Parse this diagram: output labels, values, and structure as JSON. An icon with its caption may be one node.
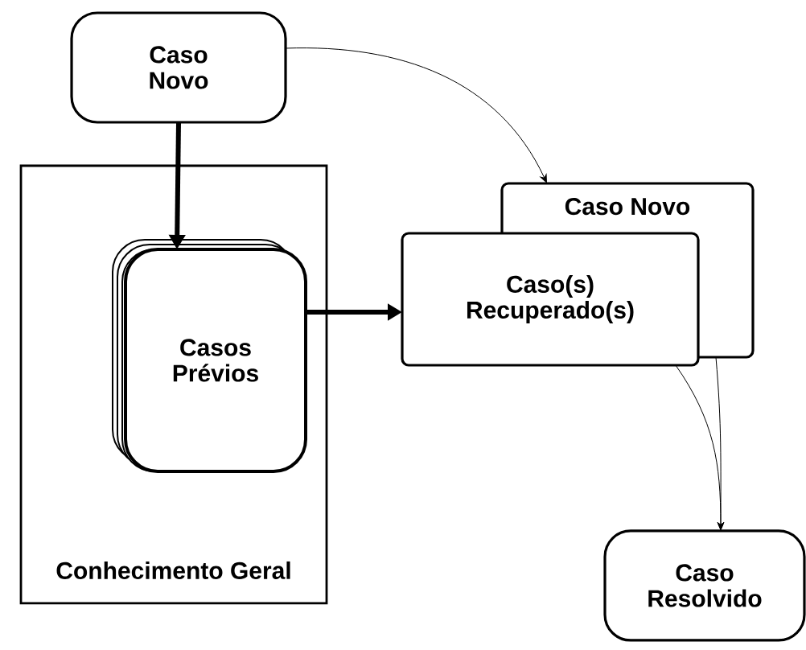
{
  "diagram": {
    "nodes": [
      {
        "text": [
          "Caso Novo"
        ]
      },
      {
        "text": [
          "Conhecimento Geral"
        ]
      },
      {
        "text": [
          "Casos Prévios"
        ],
        "in": 1
      },
      {
        "text": [
          "Caso Novo"
        ]
      },
      {
        "text": [
          "Caso(s) Recuperado(s)"
        ]
      },
      {
        "text": [
          "Caso Resolvido"
        ]
      }
    ],
    "edges": [
      {
        "from": 0,
        "to": 2,
        "arrow": "to",
        "style": "thick"
      },
      {
        "from": 0,
        "to": 3,
        "arrow": "to"
      },
      {
        "from": 2,
        "to": 4,
        "arrow": "to",
        "style": "thick"
      },
      {
        "from": 4,
        "to": 5,
        "arrow": "to"
      },
      {
        "from": 3,
        "to": 5,
        "arrow": "to"
      }
    ]
  }
}
